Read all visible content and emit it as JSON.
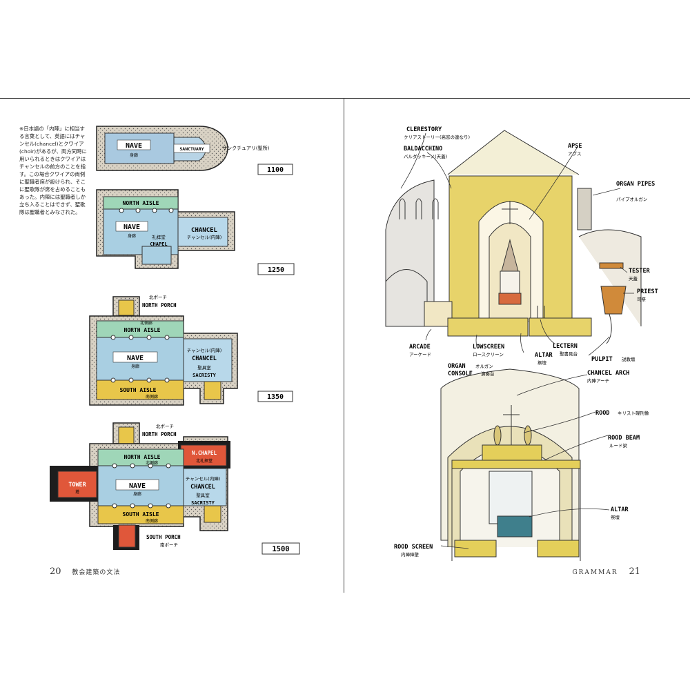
{
  "left_page": {
    "note": "※日本語の「内陣」に相当する言葉として、英語にはチャンセル(chancel)とクワイア(choir)があるが、両方同時に用いられるときはクワイアはチャンセルの前方のことを指す。この場合クワイアの両側に聖職者席が設けられ、そこに聖歌隊が席を占めることもあった。内陣には聖職者しか立ち入ることはできず、聖歌隊は聖職者とみなされた。",
    "page_number": "20",
    "running_title": "教会建築の文法",
    "plan_1100": {
      "year": "1100",
      "nave": "NAVE",
      "nave_jp": "身廊",
      "sanctuary": "SANCTUARY",
      "sanctuary_jp": "サンクチュアリ(聖所)"
    },
    "plan_1250": {
      "year": "1250",
      "north_aisle": "NORTH AISLE",
      "nave": "NAVE",
      "nave_jp": "身廊",
      "chapel_jp": "礼拝堂",
      "chapel": "CHAPEL",
      "chancel": "CHANCEL",
      "chancel_jp": "チャンセル(内陣)"
    },
    "plan_1350": {
      "year": "1350",
      "north_porch_jp": "北ポーチ",
      "north_porch": "NORTH PORCH",
      "north_aisle_jp": "北側廊",
      "north_aisle": "NORTH AISLE",
      "nave": "NAVE",
      "nave_jp": "身廊",
      "chancel_jp": "チャンセル(内陣)",
      "chancel": "CHANCEL",
      "sacristy_jp": "聖具室",
      "sacristy": "SACRISTY",
      "south_aisle": "SOUTH AISLE",
      "south_aisle_jp": "南側廊"
    },
    "plan_1500": {
      "year": "1500",
      "north_porch_jp": "北ポーチ",
      "north_porch": "NORTH PORCH",
      "north_aisle": "NORTH AISLE",
      "north_aisle_jp": "北側廊",
      "n_chapel": "N.CHAPEL",
      "n_chapel_jp": "北礼拝堂",
      "tower": "TOWER",
      "tower_jp": "塔",
      "nave": "NAVE",
      "nave_jp": "身廊",
      "chancel_jp": "チャンセル(内陣)",
      "chancel": "CHANCEL",
      "sacristy_jp": "聖具室",
      "sacristy": "SACRISTY",
      "south_aisle": "SOUTH AISLE",
      "south_aisle_jp": "南側廊",
      "south_porch": "SOUTH PORCH",
      "south_porch_jp": "南ポーチ"
    }
  },
  "right_page": {
    "page_number": "21",
    "running_title": "GRAMMAR",
    "interior_labels": {
      "clerestory": "CLERESTORY",
      "clerestory_jp": "クリアストーリー(高窓の連なり)",
      "baldacchino": "BALDACCHINO",
      "baldacchino_jp": "バルダッキーノ(天蓋)",
      "apse": "APSE",
      "apse_jp": "アプス",
      "organ_pipes": "ORGAN PIPES",
      "organ_pipes_jp": "パイプオルガン",
      "tester": "TESTER",
      "tester_jp": "天蓋",
      "priest": "PRIEST",
      "priest_jp": "司祭",
      "arcade": "ARCADE",
      "arcade_jp": "アーケード",
      "lowscreen": "LOWSCREEN",
      "lowscreen_jp": "ロースクリーン",
      "lectern": "LECTERN",
      "lectern_jp": "聖書見台",
      "altar": "ALTAR",
      "altar_jp": "祭壇",
      "pulpit": "PULPIT",
      "pulpit_jp": "説教壇",
      "organ_console_1": "ORGAN",
      "organ_console_jp": "オルガン",
      "organ_console_2": "CONSOLE",
      "organ_console_jp2": "演奏台"
    },
    "screen_labels": {
      "chancel_arch": "CHANCEL ARCH",
      "chancel_arch_jp": "内陣アーチ",
      "rood": "ROOD",
      "rood_jp": "キリスト磔刑像",
      "rood_beam": "ROOD BEAM",
      "rood_beam_jp": "ルード梁",
      "altar": "ALTAR",
      "altar_jp": "祭壇",
      "rood_screen": "ROOD SCREEN",
      "rood_screen_jp": "内陣障壁"
    }
  }
}
